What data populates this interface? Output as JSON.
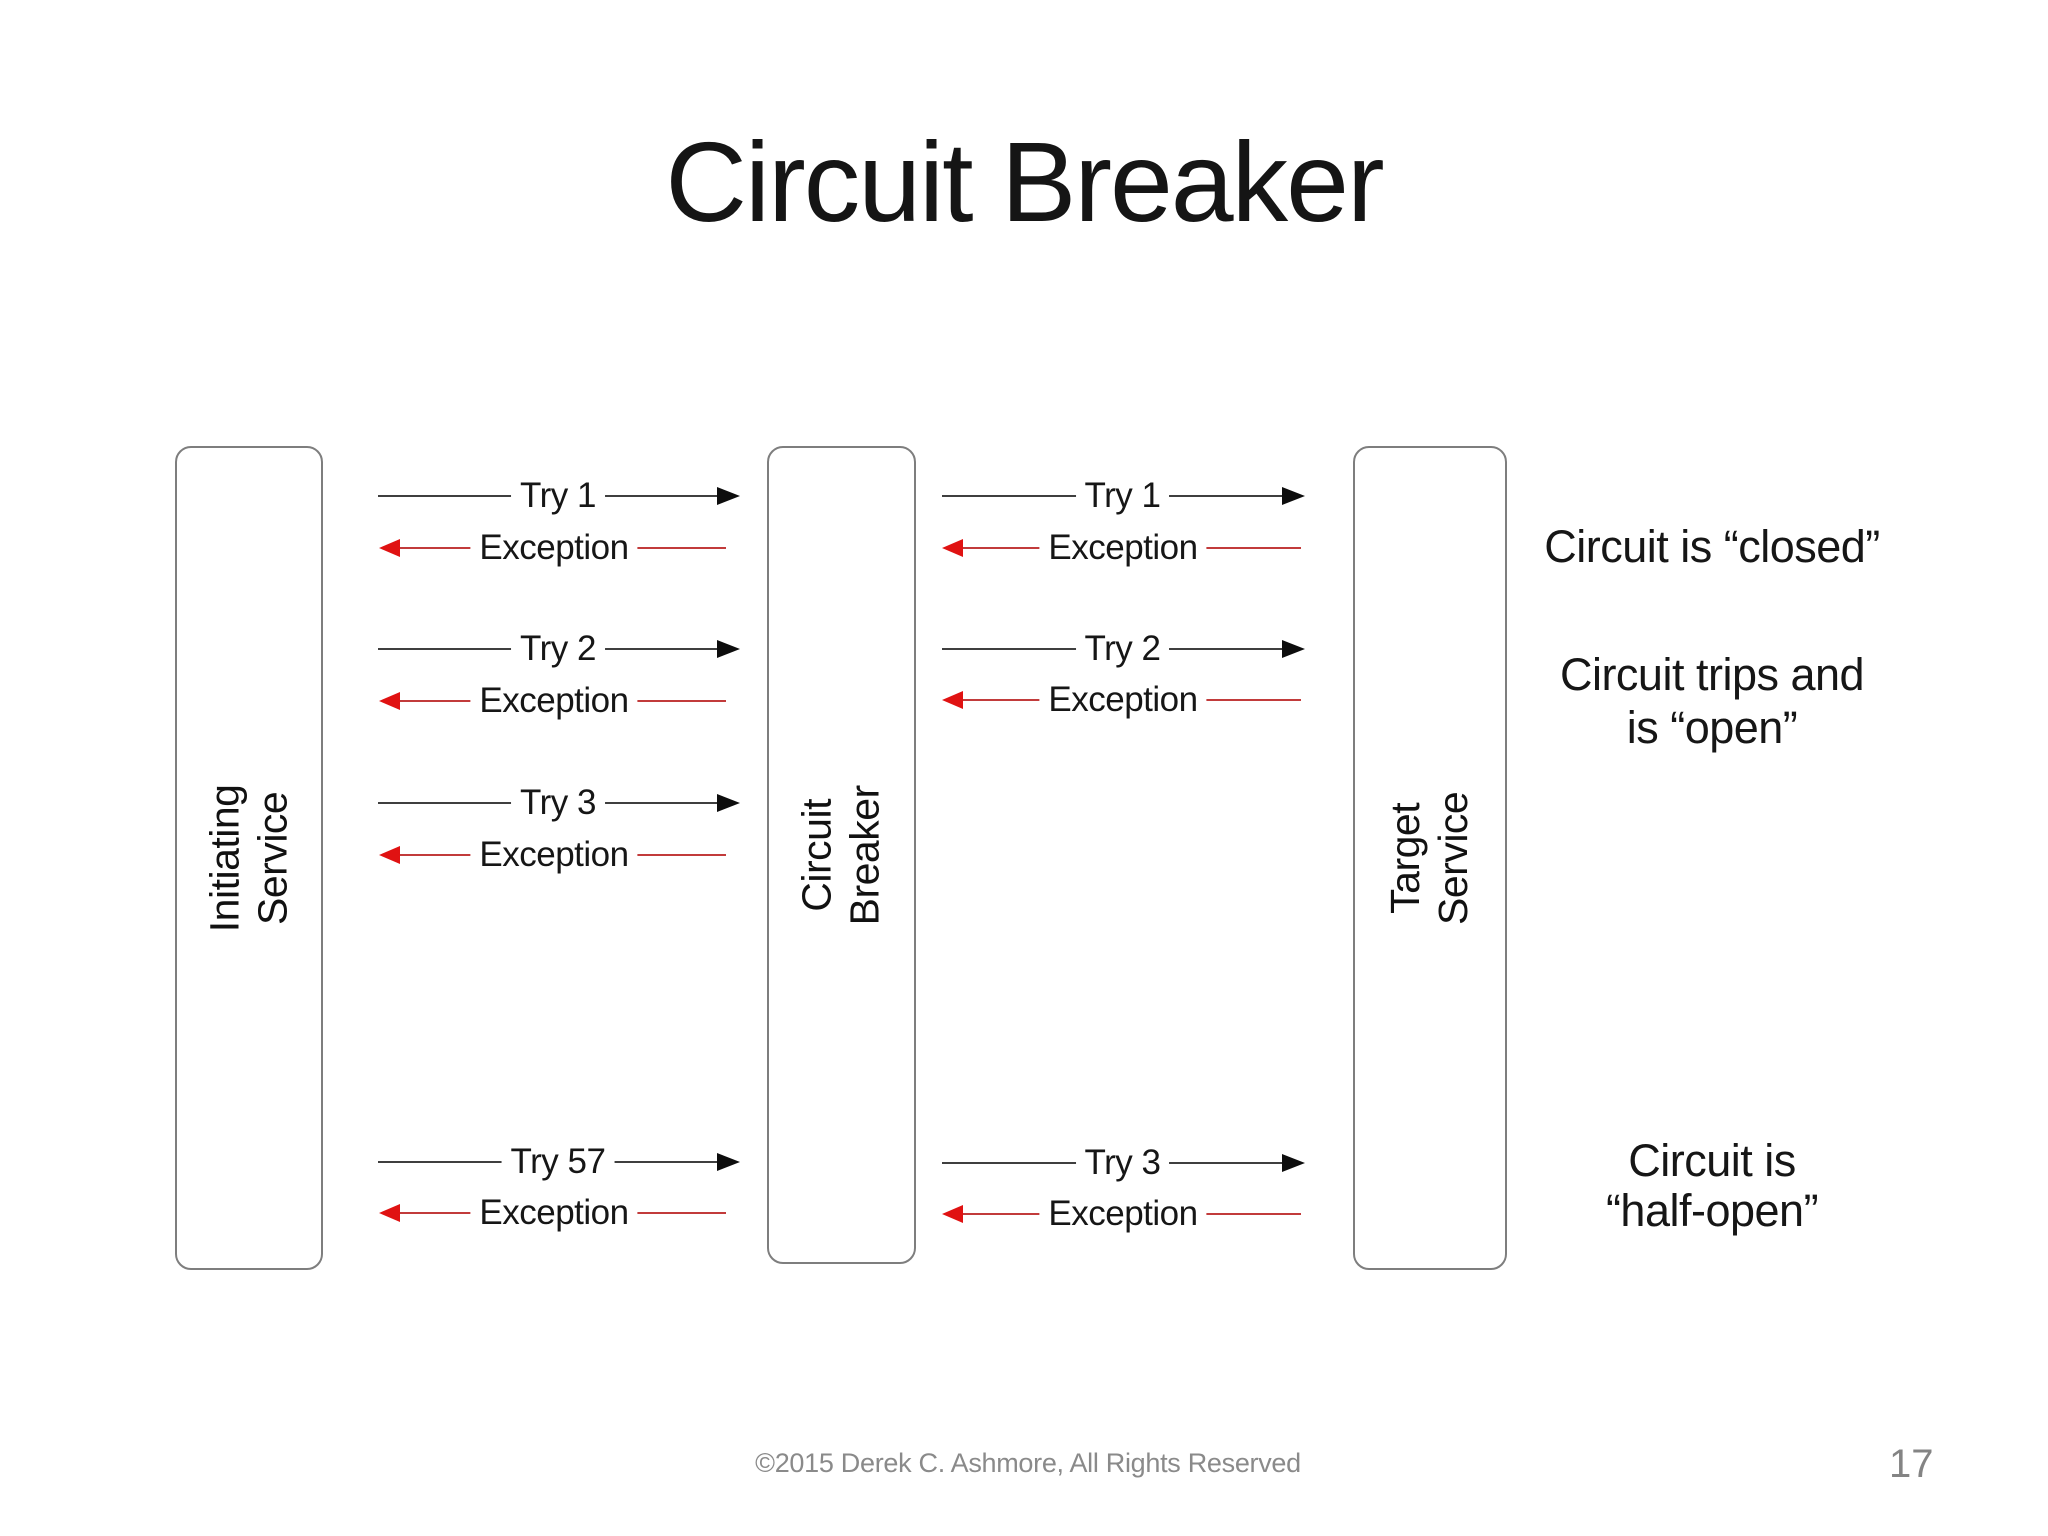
{
  "slide": {
    "title": "Circuit Breaker",
    "footer": "©2015 Derek C. Ashmore, All Rights Reserved",
    "page_number": "17"
  },
  "colors": {
    "try_line": "#3f3f3f",
    "try_arrowhead": "#0d0d0d",
    "exception_line": "#c23b3b",
    "exception_arrowhead": "#e01212",
    "box_border": "#7e7e7e",
    "text": "#161616",
    "footer_text": "#8a8a8a"
  },
  "boxes": {
    "initiating": {
      "lines": [
        "Initiating",
        "Service"
      ]
    },
    "breaker": {
      "lines": [
        "Circuit",
        "Breaker"
      ]
    },
    "target": {
      "lines": [
        "Target",
        "Service"
      ]
    }
  },
  "arrows": {
    "left": [
      {
        "label": "Try 1",
        "kind": "try"
      },
      {
        "label": "Exception",
        "kind": "exception"
      },
      {
        "label": "Try 2",
        "kind": "try"
      },
      {
        "label": "Exception",
        "kind": "exception"
      },
      {
        "label": "Try 3",
        "kind": "try"
      },
      {
        "label": "Exception",
        "kind": "exception"
      },
      {
        "label": "Try 57",
        "kind": "try"
      },
      {
        "label": "Exception",
        "kind": "exception"
      }
    ],
    "right": [
      {
        "label": "Try 1",
        "kind": "try"
      },
      {
        "label": "Exception",
        "kind": "exception"
      },
      {
        "label": "Try 2",
        "kind": "try"
      },
      {
        "label": "Exception",
        "kind": "exception"
      },
      {
        "label": "Try 3",
        "kind": "try"
      },
      {
        "label": "Exception",
        "kind": "exception"
      }
    ]
  },
  "annotations": [
    {
      "lines": [
        "Circuit is “closed”"
      ]
    },
    {
      "lines": [
        "Circuit trips and",
        "is “open”"
      ]
    },
    {
      "lines": [
        "Circuit is",
        "“half-open”"
      ]
    }
  ]
}
